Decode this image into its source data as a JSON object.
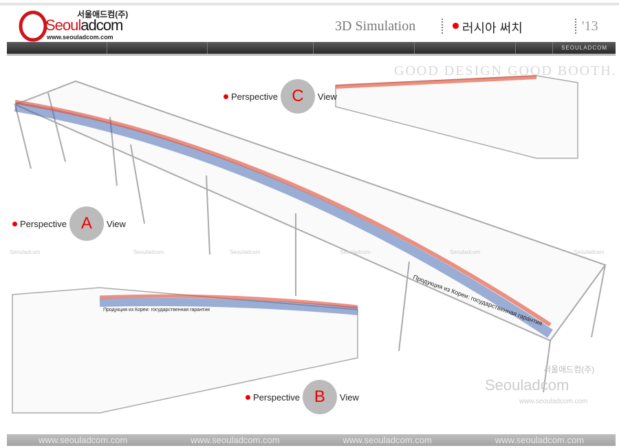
{
  "header": {
    "logo_kr": "서울애드컴(주)",
    "logo_name_a": "Seoul",
    "logo_name_b": "adcom",
    "logo_url": "www.seouladcom.com",
    "title": "3D Simulation",
    "subtitle": "러시아 써치",
    "year": "'13"
  },
  "nav": {
    "brand": "SEOULADCOM"
  },
  "watermark": "GOOD DESIGN GOOD BOOTH.",
  "views": [
    {
      "prefix": "Perspective",
      "letter": "C",
      "suffix": "View"
    },
    {
      "prefix": "Perspective",
      "letter": "A",
      "suffix": "View"
    },
    {
      "prefix": "Perspective",
      "letter": "B",
      "suffix": "View"
    }
  ],
  "banner_text": "Продукция из Кореи:  государственная гарантия",
  "watermarks": {
    "small": "Seouladcom",
    "big_kr": "서울애드컴(주)",
    "big": "Seouladcom",
    "big_url": "www.seouladcom.com"
  },
  "footer": [
    "www.seouladcom.com",
    "www.seouladcom.com",
    "www.seouladcom.com",
    "www.seouladcom.com"
  ],
  "colors": {
    "accent": "#e00000",
    "nav": "#3a3a3a"
  }
}
